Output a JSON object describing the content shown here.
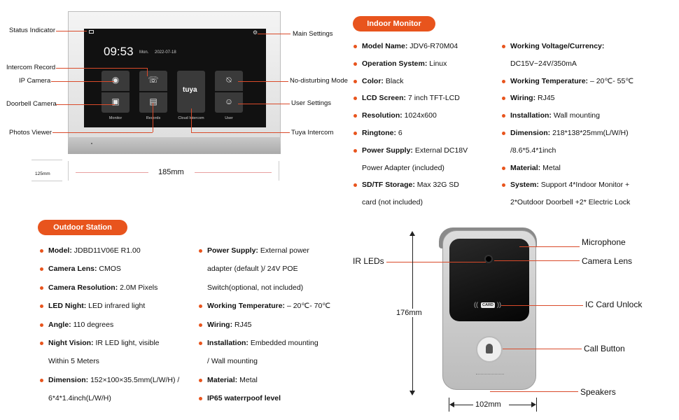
{
  "monitor_image": {
    "time": "09:53",
    "day": "Mon.",
    "date": "2022-07-18",
    "tiles": [
      {
        "caption": "Monitor",
        "icon": "doorbell-camera-icon"
      },
      {
        "caption": "Records",
        "icon": "record-icon"
      },
      {
        "caption": "Cloud Intercom",
        "icon": "tuya-logo",
        "logo_text": "tuya"
      },
      {
        "caption": "User",
        "icon": "user-icon"
      }
    ],
    "callouts": {
      "status_indicator": "Status Indicator",
      "intercom_record": "Intercom Record",
      "ip_camera": "IP Camera",
      "doorbell_camera": "Doorbell Camera",
      "photos_viewer": "Photos Viewer",
      "main_settings": "Main Settings",
      "no_disturbing": "No-disturbing Mode",
      "user_settings": "User Settings",
      "tuya_intercom": "Tuya Intercom"
    },
    "width_dim": "185mm",
    "height_dim": "125mm"
  },
  "indoor": {
    "title": "Indoor Monitor",
    "left": [
      {
        "label": "Model Name:",
        "value": " JDV6-R70M04"
      },
      {
        "label": "Operation System:",
        "value": " Linux"
      },
      {
        "label": "Color:",
        "value": " Black"
      },
      {
        "label": "LCD Screen:",
        "value": " 7 inch TFT-LCD"
      },
      {
        "label": "Resolution:",
        "value": " 1024x600"
      },
      {
        "label": "Ringtone:",
        "value": " 6"
      },
      {
        "label": "Power Supply:",
        "value": " External DC18V"
      },
      {
        "label": "",
        "value": "Power Adapter (included)"
      },
      {
        "label": "SD/TF Storage:",
        "value": " Max 32G SD"
      },
      {
        "label": "",
        "value": "card (not included)"
      }
    ],
    "right": [
      {
        "label": "Working Voltage/Currency:",
        "value": ""
      },
      {
        "label": "",
        "value": "DC15V~24V/350mA"
      },
      {
        "label": "Working Temperature:",
        "value": " – 20℃- 55℃"
      },
      {
        "label": "Wiring:",
        "value": " RJ45"
      },
      {
        "label": "Installation:",
        "value": " Wall mounting"
      },
      {
        "label": "Dimension:",
        "value": " 218*138*25mm(L/W/H)"
      },
      {
        "label": "",
        "value": "/8.6*5.4*1inch"
      },
      {
        "label": "Material:",
        "value": " Metal"
      },
      {
        "label": "System:",
        "value": " Support 4*Indoor Monitor +"
      },
      {
        "label": "",
        "value": "2*Outdoor Doorbell +2* Electric Lock"
      }
    ]
  },
  "outdoor": {
    "title": "Outdoor Station",
    "left": [
      {
        "label": "Model:",
        "value": " JDBD11V06E R1.00"
      },
      {
        "label": "Camera Lens:",
        "value": " CMOS"
      },
      {
        "label": "Camera Resolution:",
        "value": " 2.0M Pixels"
      },
      {
        "label": "LED Night:",
        "value": " LED infrared light"
      },
      {
        "label": "Angle:",
        "value": " 110 degrees"
      },
      {
        "label": "Night Vision:",
        "value": " IR LED light, visible"
      },
      {
        "label": "",
        "value": "Within 5 Meters"
      },
      {
        "label": "Dimension:",
        "value": " 152×100×35.5mm(L/W/H) /"
      },
      {
        "label": "",
        "value": "6*4*1.4inch(L/W/H)"
      }
    ],
    "right": [
      {
        "label": "Power Supply:",
        "value": " External power"
      },
      {
        "label": "",
        "value": "adapter (default )/ 24V POE"
      },
      {
        "label": "",
        "value": "Switch(optional, not included)"
      },
      {
        "label": "Working Temperature:",
        "value": " – 20℃- 70℃"
      },
      {
        "label": "Wiring:",
        "value": " RJ45"
      },
      {
        "label": "Installation:",
        "value": " Embedded mounting"
      },
      {
        "label": "",
        "value": "/ Wall mounting"
      },
      {
        "label": "Material:",
        "value": " Metal"
      },
      {
        "label": "IP65 waterrpoof level",
        "value": ""
      }
    ]
  },
  "doorbell_image": {
    "card_text": "CARD",
    "callouts": {
      "ir_leds": "IR LEDs",
      "microphone": "Microphone",
      "camera_lens": "Camera Lens",
      "ic_card": "IC Card Unlock",
      "call_button": "Call Button",
      "speakers": "Speakers"
    },
    "height_dim": "176mm",
    "width_dim": "102mm"
  },
  "colors": {
    "accent": "#e8541d",
    "callout_line": "#d94a2a"
  }
}
